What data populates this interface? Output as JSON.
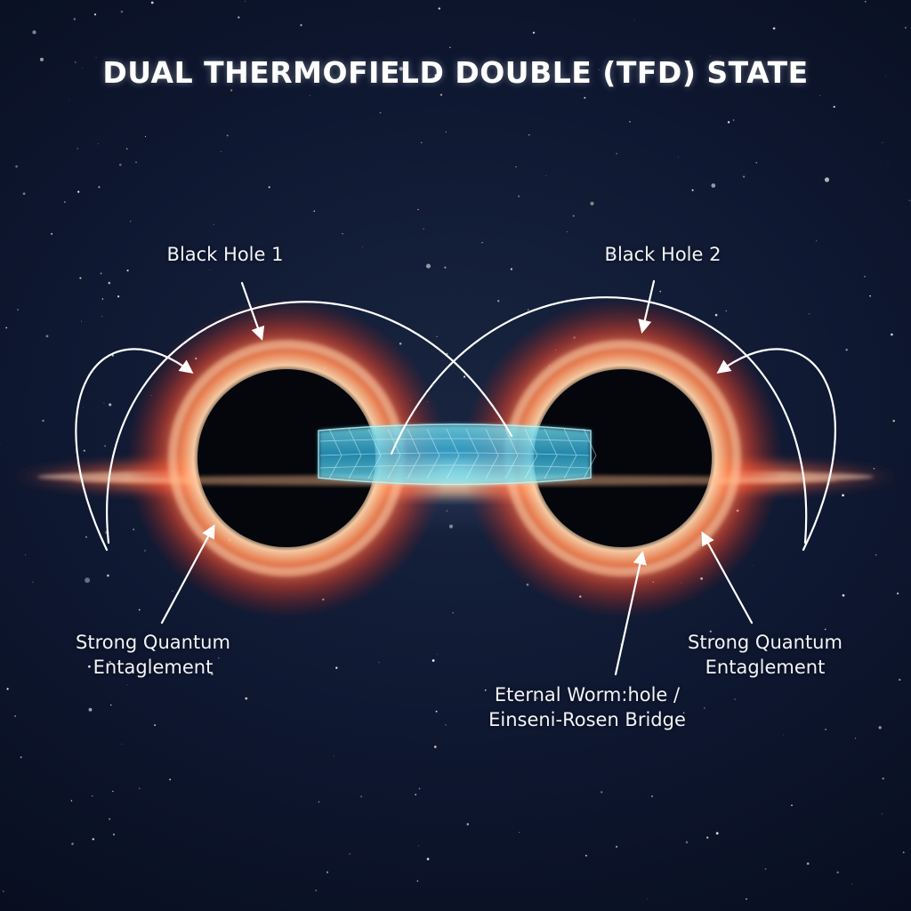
{
  "title": "DUAL THERMOFIELD DOUBLE (TFD) STATE",
  "labels": {
    "black_hole_1": "Black Hole 1",
    "black_hole_2": "Black Hole 2",
    "entanglement_left_line1": "Strong Quantum",
    "entanglement_left_line2": "Entaglement",
    "entanglement_right_line1": "Strong Quantum",
    "entanglement_right_line2": "Entaglement",
    "wormhole_line1": "Eternal Worm:hole /",
    "wormhole_line2": "Einseni-Rosen Bridge"
  },
  "colors": {
    "space_background": "#0e1730",
    "accretion_glow": "#ff6a3d",
    "accretion_core": "#ffd6b0",
    "event_horizon": "#05070d",
    "wormhole": "#5fe0ff",
    "annotation_lines": "#ffffff"
  }
}
